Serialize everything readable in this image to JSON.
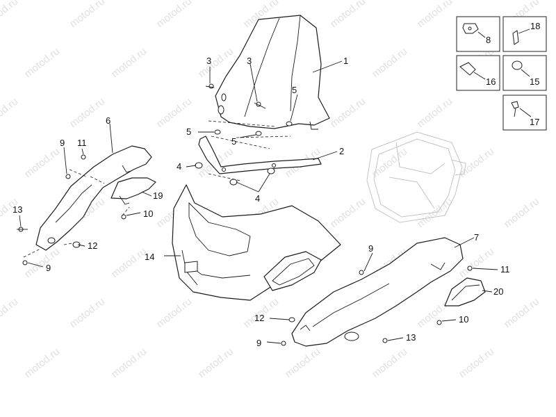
{
  "watermark": {
    "text": "motod.ru"
  },
  "callouts": {
    "c1": "1",
    "c2": "2",
    "c3a": "3",
    "c3b": "3",
    "c4a": "4",
    "c4b": "4",
    "c5a": "5",
    "c5b": "5",
    "c5c": "5",
    "c6": "6",
    "c7": "7",
    "c8": "8",
    "c9a": "9",
    "c9b": "9",
    "c9c": "9",
    "c9d": "9",
    "c10a": "10",
    "c10b": "10",
    "c11a": "11",
    "c11b": "11",
    "c12a": "12",
    "c12b": "12",
    "c13a": "13",
    "c13b": "13",
    "c14": "14",
    "c15": "15",
    "c16": "16",
    "c17": "17",
    "c18": "18",
    "c19": "19",
    "c20": "20"
  },
  "colors": {
    "line": "#1a1a1a",
    "ghost": "#c4c4c4",
    "watermark": "#c8c8c8"
  }
}
